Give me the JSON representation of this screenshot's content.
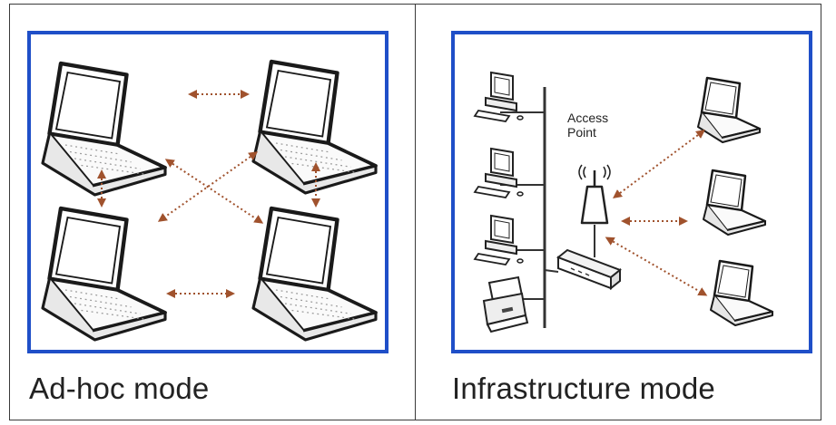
{
  "panels": {
    "adhoc": {
      "caption": "Ad-hoc mode"
    },
    "infrastructure": {
      "caption": "Infrastructure mode",
      "access_point_label_line1": "Access",
      "access_point_label_line2": "Point"
    }
  },
  "colors": {
    "panel_border": "#1f4fc8",
    "arrow": "#a0522d",
    "outline": "#1a1a1a"
  },
  "icons": [
    "laptop-icon",
    "desktop-computer-icon",
    "printer-icon",
    "network-switch-icon",
    "access-point-icon"
  ]
}
